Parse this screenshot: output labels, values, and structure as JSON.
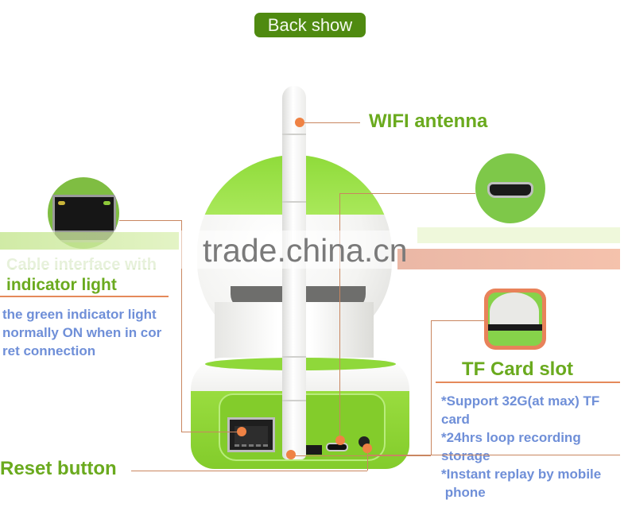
{
  "header": {
    "badge_label": "Back show"
  },
  "callouts": {
    "wifi_antenna": {
      "label": "WIFI antenna"
    },
    "network_port": {
      "label_line1": "Cable interface with",
      "label_line2": "indicator light",
      "description": [
        "the green indicator light",
        "normally ON when in cor",
        "ret connection"
      ]
    },
    "tf_card": {
      "label": "TF Card slot",
      "features": [
        "*Support 32G(at max) TF",
        "card",
        "*24hrs loop recording",
        "storage",
        "*Instant replay by mobile",
        " phone"
      ]
    },
    "reset": {
      "label": "Reset button"
    }
  },
  "watermark": {
    "text": "trade.china.cn"
  },
  "colors": {
    "badge_bg": "#4f8a10",
    "label_green": "#6aaa1e",
    "description_blue": "#6f8fd8",
    "callout_line": "#c98660",
    "callout_dot": "#ef8244",
    "camera_green": "#8fd83a"
  }
}
